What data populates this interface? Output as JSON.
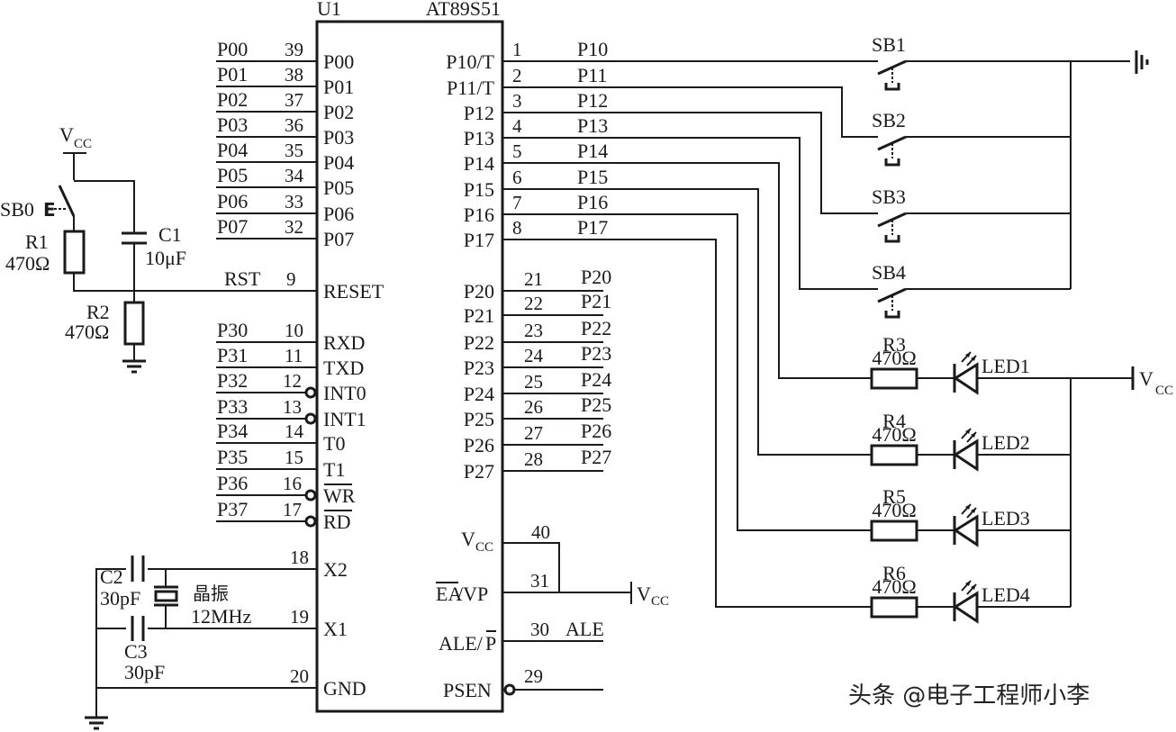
{
  "ic": {
    "ref": "U1",
    "part": "AT89S51",
    "left_pins": [
      {
        "net": "P00",
        "num": "39",
        "name": "P00"
      },
      {
        "net": "P01",
        "num": "38",
        "name": "P01"
      },
      {
        "net": "P02",
        "num": "37",
        "name": "P02"
      },
      {
        "net": "P03",
        "num": "36",
        "name": "P03"
      },
      {
        "net": "P04",
        "num": "35",
        "name": "P04"
      },
      {
        "net": "P05",
        "num": "34",
        "name": "P05"
      },
      {
        "net": "P06",
        "num": "33",
        "name": "P06"
      },
      {
        "net": "P07",
        "num": "32",
        "name": "P07"
      },
      {
        "net": "RST",
        "num": "9",
        "name": "RESET"
      },
      {
        "net": "P30",
        "num": "10",
        "name": "RXD"
      },
      {
        "net": "P31",
        "num": "11",
        "name": "TXD"
      },
      {
        "net": "P32",
        "num": "12",
        "name": "INT0",
        "bubble": true
      },
      {
        "net": "P33",
        "num": "13",
        "name": "INT1",
        "bubble": true
      },
      {
        "net": "P34",
        "num": "14",
        "name": "T0"
      },
      {
        "net": "P35",
        "num": "15",
        "name": "T1"
      },
      {
        "net": "P36",
        "num": "16",
        "name": "WR",
        "bubble": true,
        "overline": true
      },
      {
        "net": "P37",
        "num": "17",
        "name": "RD",
        "bubble": true,
        "overline": true
      },
      {
        "net": "",
        "num": "18",
        "name": "X2"
      },
      {
        "net": "",
        "num": "19",
        "name": "X1"
      },
      {
        "net": "",
        "num": "20",
        "name": "GND"
      }
    ],
    "right_pins_p1": [
      {
        "num": "1",
        "name": "P10/T",
        "net": "P10"
      },
      {
        "num": "2",
        "name": "P11/T",
        "net": "P11"
      },
      {
        "num": "3",
        "name": "P12",
        "net": "P12"
      },
      {
        "num": "4",
        "name": "P13",
        "net": "P13"
      },
      {
        "num": "5",
        "name": "P14",
        "net": "P14"
      },
      {
        "num": "6",
        "name": "P15",
        "net": "P15"
      },
      {
        "num": "7",
        "name": "P16",
        "net": "P16"
      },
      {
        "num": "8",
        "name": "P17",
        "net": "P17"
      }
    ],
    "right_pins_p2": [
      {
        "num": "21",
        "name": "P20",
        "net": "P20"
      },
      {
        "num": "22",
        "name": "P21",
        "net": "P21"
      },
      {
        "num": "23",
        "name": "P22",
        "net": "P22"
      },
      {
        "num": "24",
        "name": "P23",
        "net": "P23"
      },
      {
        "num": "25",
        "name": "P24",
        "net": "P24"
      },
      {
        "num": "26",
        "name": "P25",
        "net": "P25"
      },
      {
        "num": "27",
        "name": "P26",
        "net": "P26"
      },
      {
        "num": "28",
        "name": "P27",
        "net": "P27"
      }
    ],
    "vcc_pin": {
      "num": "40",
      "name_main": "V",
      "name_sub": "CC"
    },
    "ea_pin": {
      "num": "31",
      "name_over": "EA",
      "name_rest": "/VP"
    },
    "ale_pin": {
      "num": "30",
      "name_main": "ALE/",
      "name_over": "P",
      "net": "ALE"
    },
    "psen_pin": {
      "num": "29",
      "name": "PSEN"
    }
  },
  "reset_circuit": {
    "vcc_main": "V",
    "vcc_sub": "CC",
    "switch": "SB0",
    "r1_ref": "R1",
    "r1_val": "470Ω",
    "c1_ref": "C1",
    "c1_val": "10μF",
    "r2_ref": "R2",
    "r2_val": "470Ω"
  },
  "oscillator": {
    "c2_ref": "C2",
    "c2_val": "30pF",
    "c3_ref": "C3",
    "c3_val": "30pF",
    "crystal_label": "晶振",
    "crystal_freq": "12MHz"
  },
  "buttons": [
    {
      "ref": "SB1"
    },
    {
      "ref": "SB2"
    },
    {
      "ref": "SB3"
    },
    {
      "ref": "SB4"
    }
  ],
  "leds": [
    {
      "r_ref": "R3",
      "r_val": "470Ω",
      "led": "LED1"
    },
    {
      "r_ref": "R4",
      "r_val": "470Ω",
      "led": "LED2"
    },
    {
      "r_ref": "R5",
      "r_val": "470Ω",
      "led": "LED3"
    },
    {
      "r_ref": "R6",
      "r_val": "470Ω",
      "led": "LED4"
    }
  ],
  "vcc_labels": {
    "main": "V",
    "sub": "CC"
  },
  "watermark": "头条 @电子工程师小李"
}
